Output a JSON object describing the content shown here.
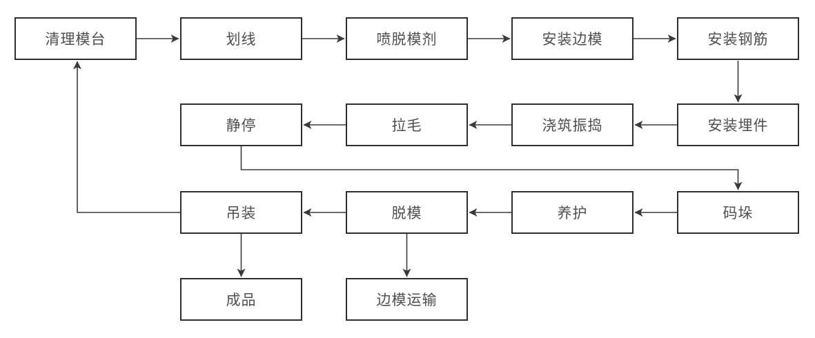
{
  "diagram": {
    "type": "flowchart",
    "background": "#ffffff",
    "colors": {
      "node_border": "#2b2d2e",
      "node_fill": "#ffffff",
      "text": "#4f4f4f",
      "arrow": "#3a3a3a"
    },
    "nodes": [
      {
        "id": "qingli-motai",
        "label": "清理模台"
      },
      {
        "id": "huaxian",
        "label": "划线"
      },
      {
        "id": "pen-tuomoji",
        "label": "喷脱模剂"
      },
      {
        "id": "anzhuang-bianmo",
        "label": "安装边模"
      },
      {
        "id": "anzhuang-gangjin",
        "label": "安装钢筋"
      },
      {
        "id": "anzhuang-maijian",
        "label": "安装埋件"
      },
      {
        "id": "jiaozhu-zhendao",
        "label": "浇筑振捣"
      },
      {
        "id": "lamao",
        "label": "拉毛"
      },
      {
        "id": "jingting",
        "label": "静停"
      },
      {
        "id": "maduo",
        "label": "码垛"
      },
      {
        "id": "yanghu",
        "label": "养护"
      },
      {
        "id": "tuomo",
        "label": "脱模"
      },
      {
        "id": "diaozhuang",
        "label": "吊装"
      },
      {
        "id": "chengpin",
        "label": "成品"
      },
      {
        "id": "bianmo-yunshu",
        "label": "边模运输"
      }
    ],
    "edges": [
      {
        "from": "qingli-motai",
        "to": "huaxian"
      },
      {
        "from": "huaxian",
        "to": "pen-tuomoji"
      },
      {
        "from": "pen-tuomoji",
        "to": "anzhuang-bianmo"
      },
      {
        "from": "anzhuang-bianmo",
        "to": "anzhuang-gangjin"
      },
      {
        "from": "anzhuang-gangjin",
        "to": "anzhuang-maijian"
      },
      {
        "from": "anzhuang-maijian",
        "to": "jiaozhu-zhendao"
      },
      {
        "from": "jiaozhu-zhendao",
        "to": "lamao"
      },
      {
        "from": "lamao",
        "to": "jingting"
      },
      {
        "from": "jingting",
        "to": "maduo"
      },
      {
        "from": "maduo",
        "to": "yanghu"
      },
      {
        "from": "yanghu",
        "to": "tuomo"
      },
      {
        "from": "tuomo",
        "to": "diaozhuang"
      },
      {
        "from": "diaozhuang",
        "to": "chengpin"
      },
      {
        "from": "tuomo",
        "to": "bianmo-yunshu"
      },
      {
        "from": "diaozhuang",
        "to": "qingli-motai"
      }
    ]
  }
}
